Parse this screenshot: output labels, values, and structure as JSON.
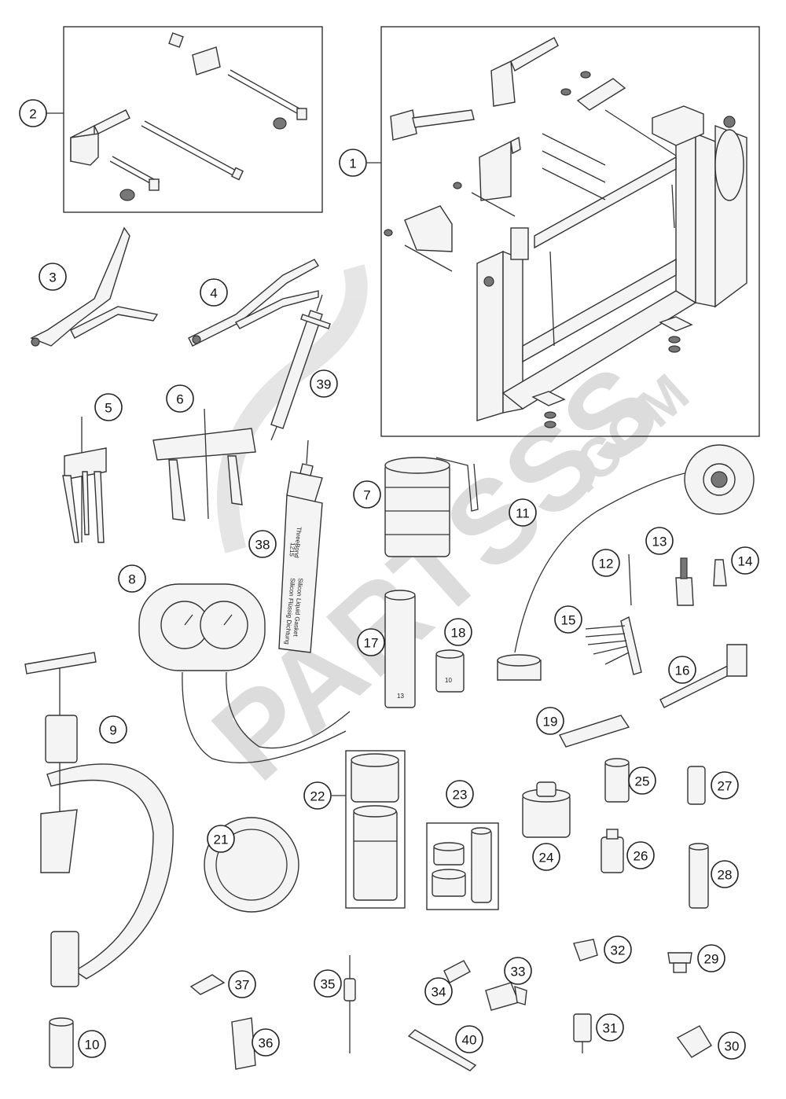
{
  "watermark": {
    "brand": "PARTSSS",
    "suffix": ".COM"
  },
  "labels": {
    "tube_38_top": "ThreeBond",
    "tube_38_code": "1215",
    "tube_38_desc1": "Silicon Liquid Gasket",
    "tube_38_desc2": "Silicon Flüssig Dichtung",
    "socket_17": "13",
    "socket_18": "10"
  },
  "callouts": [
    {
      "n": "1"
    },
    {
      "n": "2"
    },
    {
      "n": "3"
    },
    {
      "n": "4"
    },
    {
      "n": "5"
    },
    {
      "n": "6"
    },
    {
      "n": "7"
    },
    {
      "n": "8"
    },
    {
      "n": "9"
    },
    {
      "n": "10"
    },
    {
      "n": "11"
    },
    {
      "n": "12"
    },
    {
      "n": "13"
    },
    {
      "n": "14"
    },
    {
      "n": "15"
    },
    {
      "n": "16"
    },
    {
      "n": "17"
    },
    {
      "n": "18"
    },
    {
      "n": "19"
    },
    {
      "n": "21"
    },
    {
      "n": "22"
    },
    {
      "n": "23"
    },
    {
      "n": "24"
    },
    {
      "n": "25"
    },
    {
      "n": "26"
    },
    {
      "n": "27"
    },
    {
      "n": "28"
    },
    {
      "n": "29"
    },
    {
      "n": "30"
    },
    {
      "n": "31"
    },
    {
      "n": "32"
    },
    {
      "n": "33"
    },
    {
      "n": "34"
    },
    {
      "n": "35"
    },
    {
      "n": "36"
    },
    {
      "n": "37"
    },
    {
      "n": "38"
    },
    {
      "n": "39"
    },
    {
      "n": "40"
    }
  ]
}
